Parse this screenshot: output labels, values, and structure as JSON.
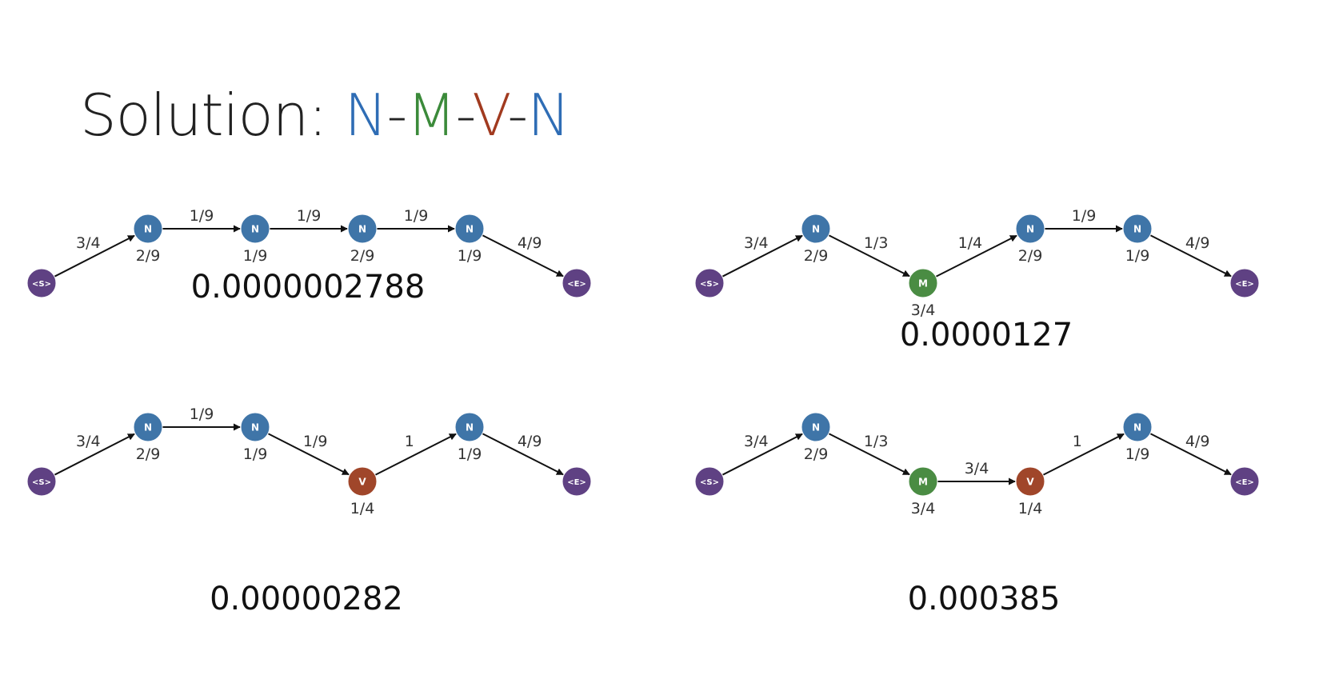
{
  "title": {
    "prefix": "Solution:",
    "sequence": [
      {
        "tag": "N",
        "color": "#2f6db5"
      },
      {
        "tag": "M",
        "color": "#3b8a3a"
      },
      {
        "tag": "V",
        "color": "#a13a1f"
      },
      {
        "tag": "N",
        "color": "#2f6db5"
      }
    ],
    "separator": "-"
  },
  "colors": {
    "N": "#3f75a8",
    "M": "#4a8c43",
    "V": "#a0462a",
    "S": "#5f4183",
    "E": "#5f4183",
    "edge": "#111111"
  },
  "node_text": {
    "S": "<S>",
    "E": "<E>",
    "N": "N",
    "M": "M",
    "V": "V"
  },
  "paths": [
    {
      "tags": [
        "S",
        "N",
        "N",
        "N",
        "N",
        "E"
      ],
      "emissions": [
        "",
        "2/9",
        "1/9",
        "2/9",
        "1/9",
        ""
      ],
      "transitions": [
        "3/4",
        "1/9",
        "1/9",
        "1/9",
        "4/9"
      ],
      "probability": "0.0000002788"
    },
    {
      "tags": [
        "S",
        "N",
        "M",
        "N",
        "N",
        "E"
      ],
      "emissions": [
        "",
        "2/9",
        "3/4",
        "2/9",
        "1/9",
        ""
      ],
      "transitions": [
        "3/4",
        "1/3",
        "1/4",
        "1/9",
        "4/9"
      ],
      "probability": "0.0000127"
    },
    {
      "tags": [
        "S",
        "N",
        "N",
        "V",
        "N",
        "E"
      ],
      "emissions": [
        "",
        "2/9",
        "1/9",
        "1/4",
        "1/9",
        ""
      ],
      "transitions": [
        "3/4",
        "1/9",
        "1/9",
        "1",
        "4/9"
      ],
      "probability": "0.00000282"
    },
    {
      "tags": [
        "S",
        "N",
        "M",
        "V",
        "N",
        "E"
      ],
      "emissions": [
        "",
        "2/9",
        "3/4",
        "1/4",
        "1/9",
        ""
      ],
      "transitions": [
        "3/4",
        "1/3",
        "3/4",
        "1",
        "4/9"
      ],
      "probability": "0.000385"
    }
  ]
}
